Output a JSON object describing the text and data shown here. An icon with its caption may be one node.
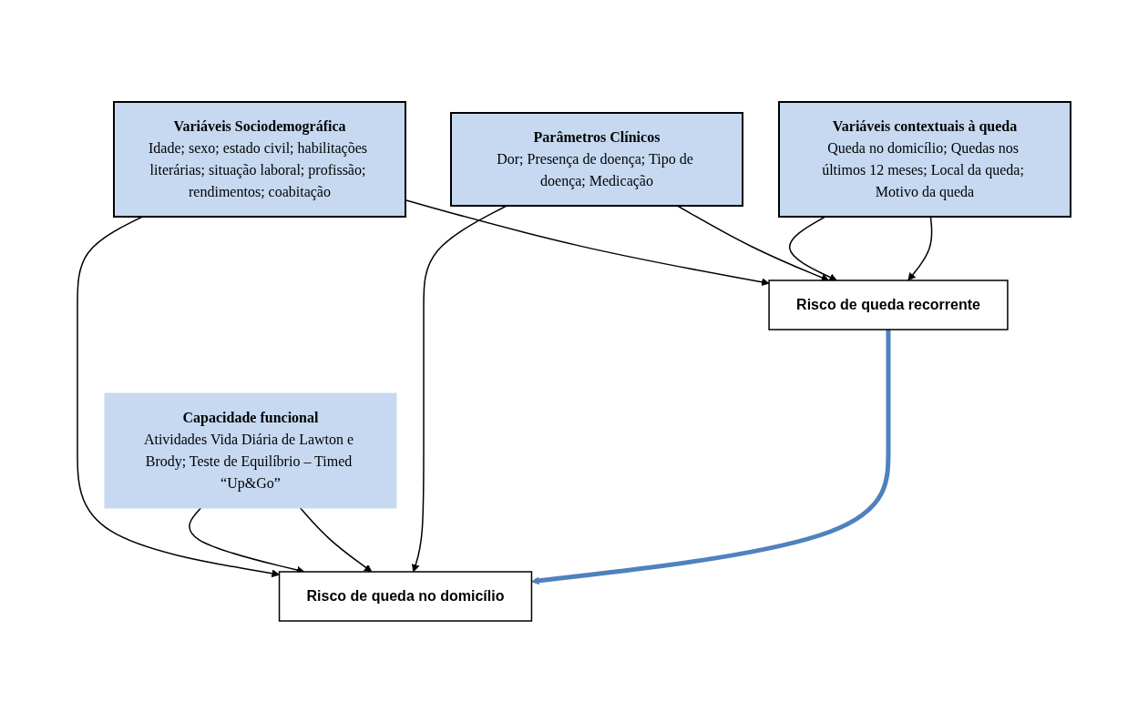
{
  "diagram": {
    "nodes": [
      {
        "text": [
          "Variáveis Sociodemográfica",
          "Idade; sexo; estado civil; habilitações literárias; situação laboral; profissão; rendimentos; coabitação"
        ]
      },
      {
        "text": [
          "Capacidade funcional",
          "Atividades Vida Diária de Lawton e Brody; Teste de Equilíbrio – Timed “Up&Go”"
        ]
      },
      {
        "text": [
          "Parâmetros Clínicos",
          "Dor; Presença de doença; Tipo de doença; Medicação"
        ]
      },
      {
        "text": [
          "Variáveis contextuais à queda",
          "Queda no domicílio; Quedas nos últimos 12 meses; Local da queda; Motivo da queda"
        ]
      },
      {
        "text": [
          "Risco de queda recorrente"
        ]
      },
      {
        "text": [
          "Risco de queda no domicílio"
        ]
      }
    ],
    "edges": [
      {
        "from": 0,
        "to": 5,
        "arrow": "to"
      },
      {
        "from": 0,
        "to": 4,
        "arrow": "to"
      },
      {
        "from": 1,
        "to": 5,
        "arrow": "to"
      },
      {
        "from": 1,
        "to": 5,
        "arrow": "to"
      },
      {
        "from": 2,
        "to": 5,
        "arrow": "to"
      },
      {
        "from": 2,
        "to": 4,
        "arrow": "to"
      },
      {
        "from": 3,
        "to": 4,
        "arrow": "to"
      },
      {
        "from": 3,
        "to": 4,
        "arrow": "to"
      },
      {
        "from": 4,
        "to": 5,
        "arrow": "to",
        "style": "thick",
        "color": "#4f81bd"
      }
    ]
  }
}
